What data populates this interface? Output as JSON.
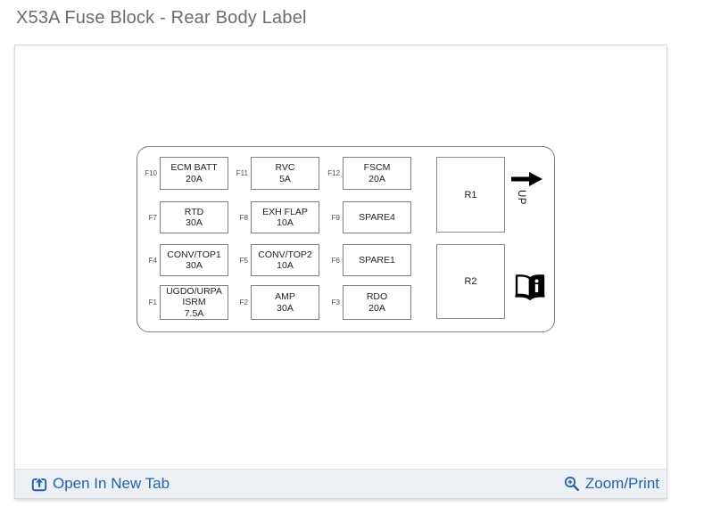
{
  "page_title": "X53A Fuse Block - Rear Body Label",
  "colors": {
    "link_blue": "#2263ab",
    "title_gray": "#6c6c6c",
    "footer_bg": "#edf0f4",
    "diagram_border": "#7d7d7d"
  },
  "diagram": {
    "up_label": "UP",
    "fuses": [
      {
        "id": "F10",
        "label": "ECM BATT\n20A"
      },
      {
        "id": "F11",
        "label": "RVC\n5A"
      },
      {
        "id": "F12",
        "label": "FSCM\n20A"
      },
      {
        "id": "F7",
        "label": "RTD\n30A"
      },
      {
        "id": "F8",
        "label": "EXH FLAP\n10A"
      },
      {
        "id": "F9",
        "label": "SPARE4"
      },
      {
        "id": "F4",
        "label": "CONV/TOP1\n30A"
      },
      {
        "id": "F5",
        "label": "CONV/TOP2\n10A"
      },
      {
        "id": "F6",
        "label": "SPARE1"
      },
      {
        "id": "F1",
        "label": "UGDO/URPA\nISRM\n7.5A"
      },
      {
        "id": "F2",
        "label": "AMP\n30A"
      },
      {
        "id": "F3",
        "label": "RDO\n20A"
      }
    ],
    "relays": [
      {
        "id": "R1"
      },
      {
        "id": "R2"
      }
    ],
    "icons": {
      "direction": "right-arrow",
      "manual": "open-book-info"
    }
  },
  "footer": {
    "open_in_new_tab_label": "Open In New Tab",
    "zoom_print_label": "Zoom/Print",
    "icons": {
      "open_in_new_tab": "box-arrow-up",
      "zoom_print": "magnifier-plus"
    }
  }
}
